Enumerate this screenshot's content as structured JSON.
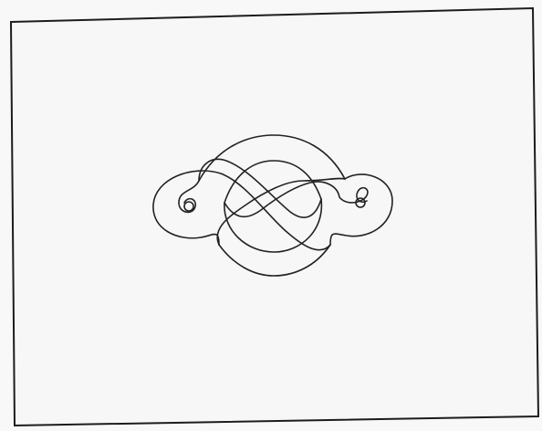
{
  "figure": {
    "shapes": [
      "frame",
      "band",
      "left-scroll",
      "right-scroll"
    ],
    "colors": {
      "background": "#f8f8f8",
      "paper": "#f7f7f7",
      "ink": "#222222",
      "frame": "#1c1c1c"
    }
  }
}
